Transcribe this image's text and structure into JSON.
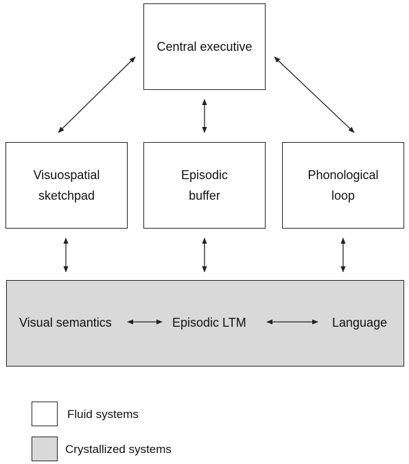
{
  "components": {
    "central_executive": "Central executive",
    "visuospatial_sketchpad": [
      "Visuospatial",
      "sketchpad"
    ],
    "episodic_buffer": [
      "Episodic",
      "buffer"
    ],
    "phonological_loop": [
      "Phonological",
      "loop"
    ]
  },
  "long_term_memory": {
    "visual_semantics": "Visual semantics",
    "episodic_ltm": "Episodic LTM",
    "language": "Language"
  },
  "legend": {
    "fluid": "Fluid systems",
    "crystallized": "Crystallized systems"
  },
  "colors": {
    "fluid": "#ffffff",
    "crystallized": "#d9d9d9",
    "stroke": "#222222"
  }
}
